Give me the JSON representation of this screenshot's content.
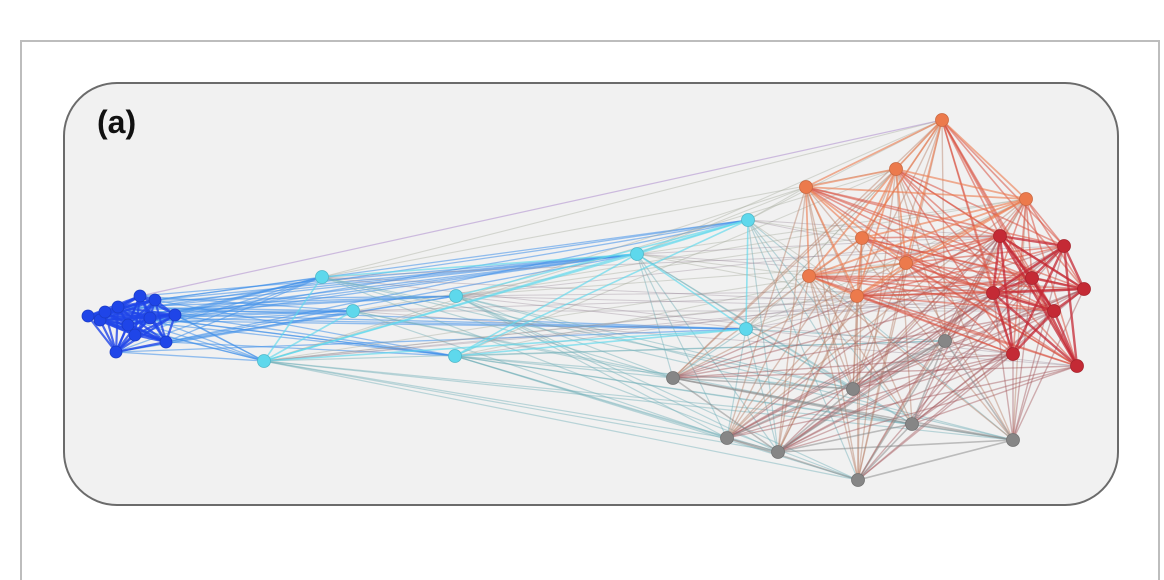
{
  "figure": {
    "panel_label": "(a)"
  },
  "colors": {
    "blue": "#1f45e8",
    "cyan": "#5ed8ec",
    "gray": "#868686",
    "orange": "#ec7a4c",
    "red": "#c42a35",
    "faint_purple": "#c8b4dc"
  },
  "groups": [
    "blue",
    "cyan",
    "gray",
    "orange",
    "red"
  ]
}
